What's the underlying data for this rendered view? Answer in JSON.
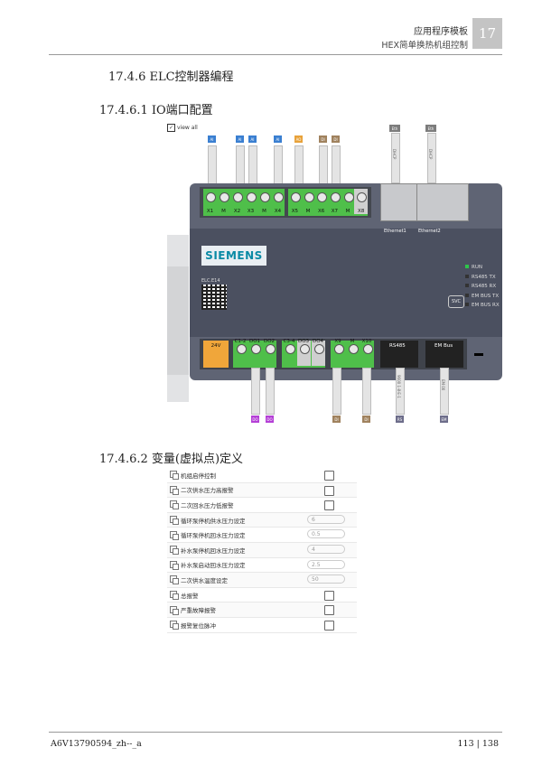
{
  "header": {
    "title": "应用程序模板",
    "subtitle": "HEX简单换热机组控制",
    "chapter_number": "17"
  },
  "headings": {
    "h1": "17.4.6  ELC控制器编程",
    "h2": "17.4.6.1  IO端口配置",
    "h3": "17.4.6.2  变量(虚拟点)定义"
  },
  "controller": {
    "view_all": "view all",
    "brand": "SIEMENS",
    "model": "ELC.E14",
    "svc": "SVC",
    "top_terminals_a": [
      "X1",
      "M",
      "X2",
      "X3",
      "M",
      "X4"
    ],
    "top_terminals_b": [
      "X5",
      "M",
      "X6",
      "X7",
      "M",
      "X8"
    ],
    "top_tags": [
      {
        "text": "AI",
        "color": "#3a7fd1"
      },
      {
        "text": "AI",
        "color": "#3a7fd1"
      },
      {
        "text": "AI",
        "color": "#3a7fd1"
      },
      {
        "text": "AI",
        "color": "#3a7fd1"
      },
      {
        "text": "AO",
        "color": "#e8a23a"
      },
      {
        "text": "DI",
        "color": "#a0825e"
      },
      {
        "text": "DI",
        "color": "#a0825e"
      }
    ],
    "eth_tags": [
      "Eth",
      "Eth"
    ],
    "eth_wire_labels": [
      "DHCP",
      "DHCP"
    ],
    "eth_ports": [
      "Ethernet1",
      "Ethernet2"
    ],
    "leds": [
      {
        "label": "RUN",
        "on": true
      },
      {
        "label": "RS485 TX",
        "on": false
      },
      {
        "label": "RS485 RX",
        "on": false
      },
      {
        "label": "EM BUS TX",
        "on": false
      },
      {
        "label": "EM BUS RX",
        "on": false
      }
    ],
    "bottom_terminals": {
      "power": "24V",
      "do_block": [
        "C1-2",
        "DO1",
        "DO2"
      ],
      "do_block2": [
        "C3-4",
        "DO3",
        "DO4"
      ],
      "di_block": [
        "X9",
        "M",
        "X10"
      ],
      "rs485": "RS485",
      "embus": "EM Bus"
    },
    "bottom_tags": [
      {
        "text": "DO",
        "color": "#b43fd6"
      },
      {
        "text": "DO",
        "color": "#b43fd6"
      },
      {
        "text": "DI",
        "color": "#a0825e"
      },
      {
        "text": "DI",
        "color": "#a0825e"
      },
      {
        "text": "RS",
        "color": "#6d6d8a"
      },
      {
        "text": "EM",
        "color": "#6d6d8a"
      }
    ],
    "bottom_wire_labels": [
      "9600 1-8-E-1",
      "EM 00"
    ]
  },
  "variables": [
    {
      "label": "机组启停控制",
      "type": "checkbox"
    },
    {
      "label": "二次供水压力高报警",
      "type": "checkbox"
    },
    {
      "label": "二次回水压力低报警",
      "type": "checkbox"
    },
    {
      "label": "循环泵停机供水压力设定",
      "type": "number",
      "value": "6"
    },
    {
      "label": "循环泵停机回水压力设定",
      "type": "number",
      "value": "0.5"
    },
    {
      "label": "补水泵停机回水压力设定",
      "type": "number",
      "value": "4"
    },
    {
      "label": "补水泵启动回水压力设定",
      "type": "number",
      "value": "2.5"
    },
    {
      "label": "二次供水温度设定",
      "type": "number",
      "value": "50"
    },
    {
      "label": "总报警",
      "type": "checkbox"
    },
    {
      "label": "严重故障报警",
      "type": "checkbox"
    },
    {
      "label": "报警复位脉冲",
      "type": "checkbox"
    }
  ],
  "footer": {
    "doc_id": "A6V13790594_zh--_a",
    "page": "113 | 138"
  }
}
